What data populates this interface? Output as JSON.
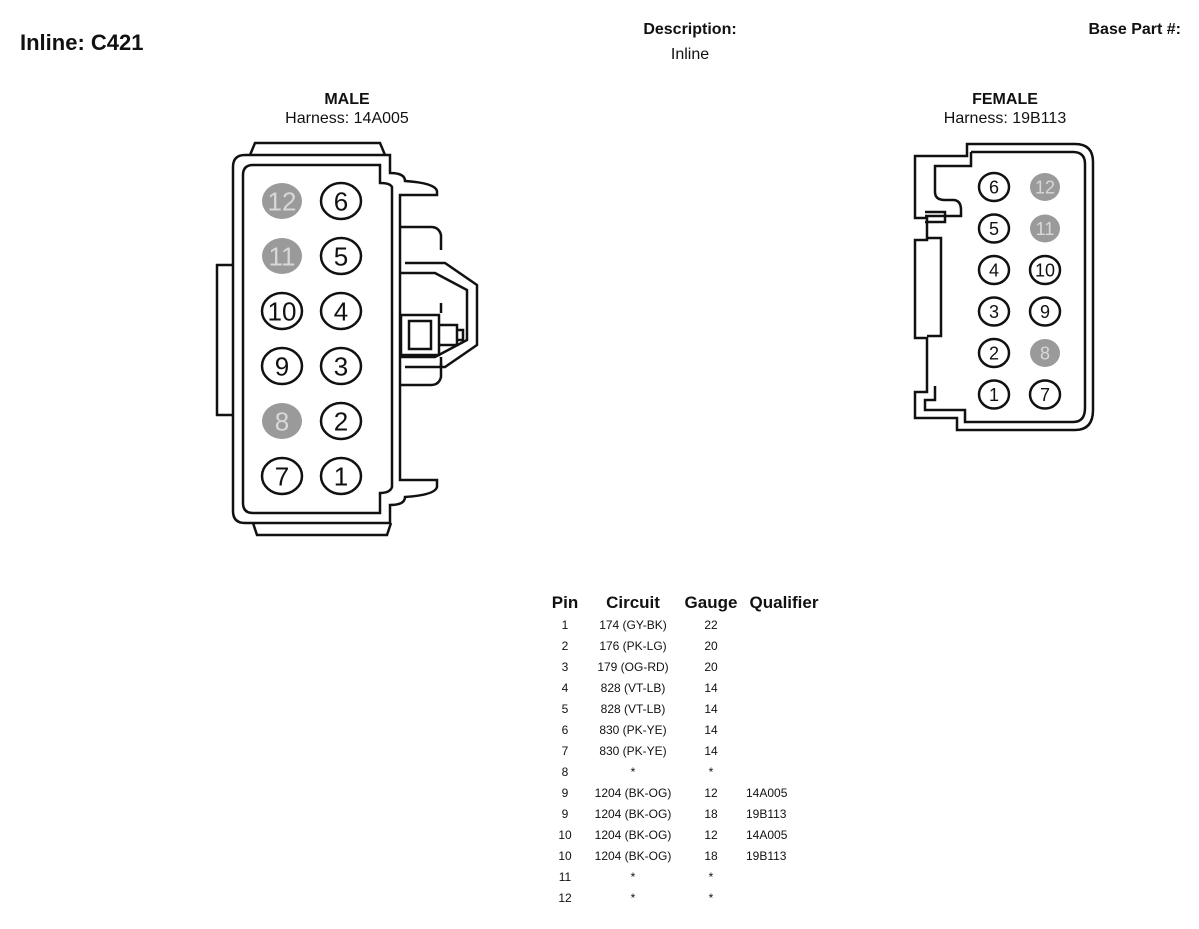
{
  "header": {
    "title": "Inline: C421",
    "description_label": "Description:",
    "description_value": "Inline",
    "base_part_label": "Base Part #:"
  },
  "connectors": {
    "male": {
      "gender": "MALE",
      "harness": "Harness: 14A005",
      "pins": [
        {
          "n": "12",
          "empty": true
        },
        {
          "n": "6",
          "empty": false
        },
        {
          "n": "11",
          "empty": true
        },
        {
          "n": "5",
          "empty": false
        },
        {
          "n": "10",
          "empty": false
        },
        {
          "n": "4",
          "empty": false
        },
        {
          "n": "9",
          "empty": false
        },
        {
          "n": "3",
          "empty": false
        },
        {
          "n": "8",
          "empty": true
        },
        {
          "n": "2",
          "empty": false
        },
        {
          "n": "7",
          "empty": false
        },
        {
          "n": "1",
          "empty": false
        }
      ]
    },
    "female": {
      "gender": "FEMALE",
      "harness": "Harness: 19B113",
      "pins": [
        {
          "n": "6",
          "empty": false
        },
        {
          "n": "12",
          "empty": true
        },
        {
          "n": "5",
          "empty": false
        },
        {
          "n": "11",
          "empty": true
        },
        {
          "n": "4",
          "empty": false
        },
        {
          "n": "10",
          "empty": false
        },
        {
          "n": "3",
          "empty": false
        },
        {
          "n": "9",
          "empty": false
        },
        {
          "n": "2",
          "empty": false
        },
        {
          "n": "8",
          "empty": true
        },
        {
          "n": "1",
          "empty": false
        },
        {
          "n": "7",
          "empty": false
        }
      ]
    }
  },
  "colors": {
    "empty_cavity": "#9a9a9a",
    "line": "#111111"
  },
  "table": {
    "headers": [
      "Pin",
      "Circuit",
      "Gauge",
      "Qualifier"
    ],
    "rows": [
      [
        "1",
        "174 (GY-BK)",
        "22",
        ""
      ],
      [
        "2",
        "176 (PK-LG)",
        "20",
        ""
      ],
      [
        "3",
        "179 (OG-RD)",
        "20",
        ""
      ],
      [
        "4",
        "828 (VT-LB)",
        "14",
        ""
      ],
      [
        "5",
        "828 (VT-LB)",
        "14",
        ""
      ],
      [
        "6",
        "830 (PK-YE)",
        "14",
        ""
      ],
      [
        "7",
        "830 (PK-YE)",
        "14",
        ""
      ],
      [
        "8",
        "*",
        "*",
        ""
      ],
      [
        "9",
        "1204 (BK-OG)",
        "12",
        "14A005"
      ],
      [
        "9",
        "1204 (BK-OG)",
        "18",
        "19B113"
      ],
      [
        "10",
        "1204 (BK-OG)",
        "12",
        "14A005"
      ],
      [
        "10",
        "1204 (BK-OG)",
        "18",
        "19B113"
      ],
      [
        "11",
        "*",
        "*",
        ""
      ],
      [
        "12",
        "*",
        "*",
        ""
      ]
    ]
  }
}
